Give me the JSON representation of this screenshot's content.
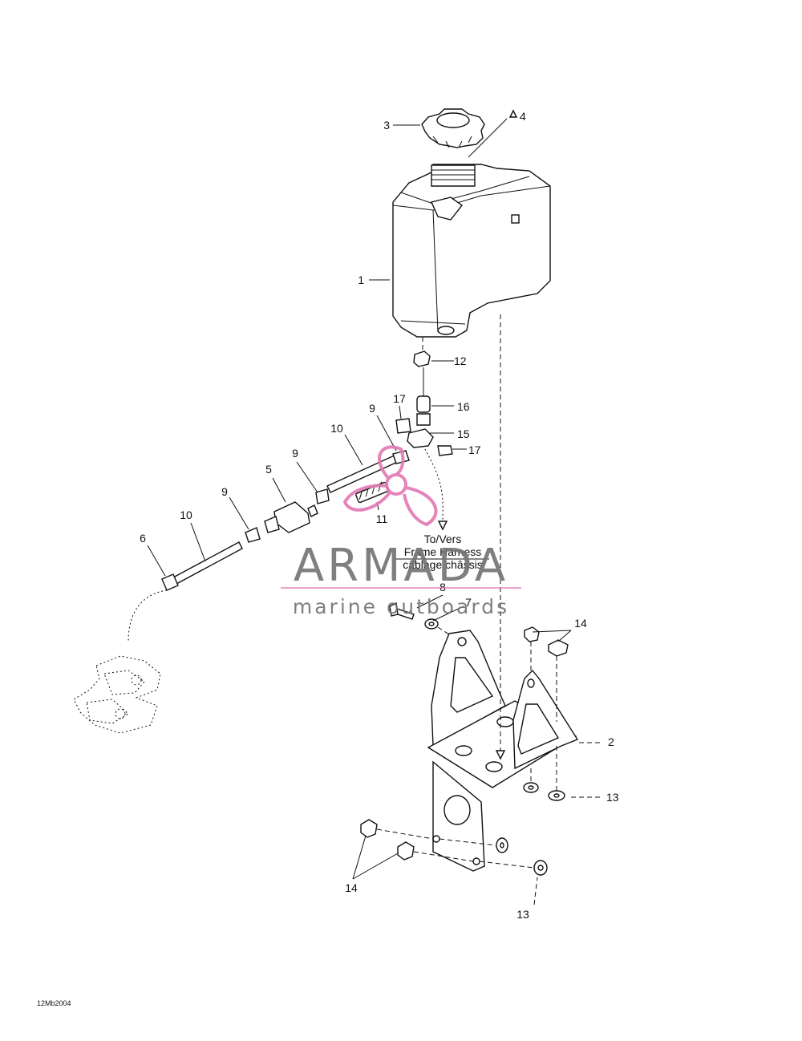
{
  "callouts": {
    "c1": "1",
    "c2": "2",
    "c3": "3",
    "c4": "4",
    "c5": "5",
    "c6": "6",
    "c7": "7",
    "c8": "8",
    "c9a": "9",
    "c9b": "9",
    "c9c": "9",
    "c10a": "10",
    "c10b": "10",
    "c11": "11",
    "c12": "12",
    "c13a": "13",
    "c13b": "13",
    "c14a": "14",
    "c14b": "14",
    "c15": "15",
    "c16": "16",
    "c17a": "17",
    "c17b": "17"
  },
  "harness_note": {
    "line1": "To/Vers",
    "line2": "Frame Harness",
    "line3": "câblage châssis"
  },
  "watermark": {
    "brand": "ARMADA",
    "tagline": "marine outboards",
    "accent_color": "#e27ab5",
    "text_color": "#757575"
  },
  "drawing_id": "12Mb2004"
}
